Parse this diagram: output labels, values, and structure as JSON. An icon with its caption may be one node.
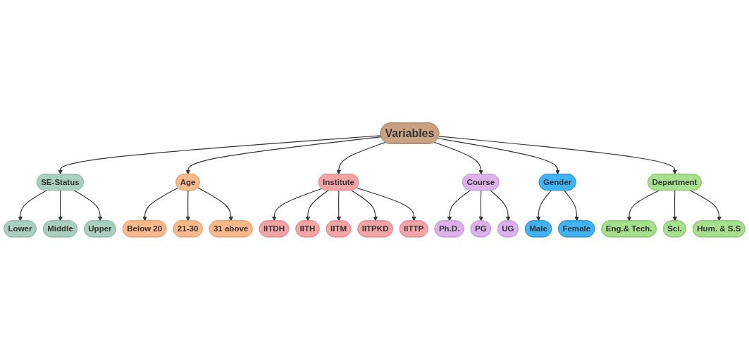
{
  "diagram": {
    "nodes": [
      {
        "text": [
          "Variables"
        ]
      },
      {
        "text": [
          "SE-Status"
        ]
      },
      {
        "text": [
          "Lower"
        ]
      },
      {
        "text": [
          "Middle"
        ]
      },
      {
        "text": [
          "Upper"
        ]
      },
      {
        "text": [
          "Age"
        ]
      },
      {
        "text": [
          "Below 20"
        ]
      },
      {
        "text": [
          "21-30"
        ]
      },
      {
        "text": [
          "31 above"
        ]
      },
      {
        "text": [
          "Institute"
        ]
      },
      {
        "text": [
          "IITDH"
        ]
      },
      {
        "text": [
          "IITH"
        ]
      },
      {
        "text": [
          "IITM"
        ]
      },
      {
        "text": [
          "IITPKD"
        ]
      },
      {
        "text": [
          "IITTP"
        ]
      },
      {
        "text": [
          "Course"
        ]
      },
      {
        "text": [
          "Ph.D."
        ]
      },
      {
        "text": [
          "PG"
        ]
      },
      {
        "text": [
          "UG"
        ]
      },
      {
        "text": [
          "Gender"
        ]
      },
      {
        "text": [
          "Male"
        ]
      },
      {
        "text": [
          "Female"
        ]
      },
      {
        "text": [
          "Department"
        ]
      },
      {
        "text": [
          "Eng.& Tech."
        ]
      },
      {
        "text": [
          "Sci."
        ]
      },
      {
        "text": [
          "Hum. & S.S"
        ]
      }
    ],
    "edges": [
      {
        "from": 0,
        "to": 1,
        "arrow": "to"
      },
      {
        "from": 1,
        "to": 2,
        "arrow": "to"
      },
      {
        "from": 1,
        "to": 3,
        "arrow": "to"
      },
      {
        "from": 1,
        "to": 4,
        "arrow": "to"
      },
      {
        "from": 0,
        "to": 5,
        "arrow": "to"
      },
      {
        "from": 5,
        "to": 6,
        "arrow": "to"
      },
      {
        "from": 5,
        "to": 7,
        "arrow": "to"
      },
      {
        "from": 5,
        "to": 8,
        "arrow": "to"
      },
      {
        "from": 0,
        "to": 9,
        "arrow": "to"
      },
      {
        "from": 9,
        "to": 10,
        "arrow": "to"
      },
      {
        "from": 9,
        "to": 11,
        "arrow": "to"
      },
      {
        "from": 9,
        "to": 12,
        "arrow": "to"
      },
      {
        "from": 9,
        "to": 13,
        "arrow": "to"
      },
      {
        "from": 9,
        "to": 14,
        "arrow": "to"
      },
      {
        "from": 0,
        "to": 15,
        "arrow": "to"
      },
      {
        "from": 15,
        "to": 16,
        "arrow": "to"
      },
      {
        "from": 15,
        "to": 17,
        "arrow": "to"
      },
      {
        "from": 15,
        "to": 18,
        "arrow": "to"
      },
      {
        "from": 0,
        "to": 19,
        "arrow": "to"
      },
      {
        "from": 19,
        "to": 20,
        "arrow": "to"
      },
      {
        "from": 19,
        "to": 21,
        "arrow": "to"
      },
      {
        "from": 0,
        "to": 22,
        "arrow": "to"
      },
      {
        "from": 22,
        "to": 23,
        "arrow": "to"
      },
      {
        "from": 22,
        "to": 24,
        "arrow": "to"
      },
      {
        "from": 22,
        "to": 25,
        "arrow": "to"
      }
    ]
  }
}
